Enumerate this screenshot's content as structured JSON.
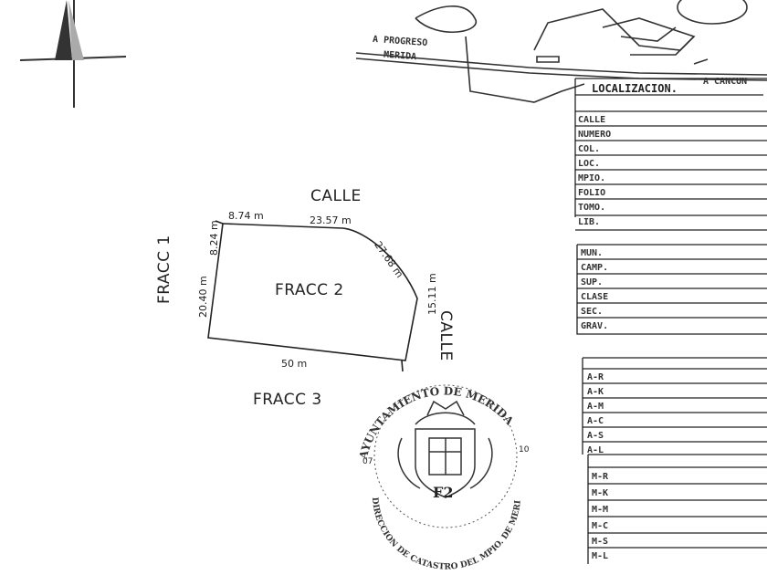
{
  "plot": {
    "labels": {
      "calle_top": "CALLE",
      "calle_right": "CALLE",
      "fracc_1": "FRACC 1",
      "fracc_2": "FRACC 2",
      "fracc_3": "FRACC 3"
    },
    "measures": {
      "top_left": "8.74 m",
      "top": "23.57 m",
      "left_top": "8.24 m",
      "arc": "27.68 m",
      "left": "20.40 m",
      "right": "15.11 m",
      "bottom": "50 m"
    }
  },
  "location_map": {
    "road_label": "A CANCUN",
    "side_label_1": "A PROGRESO",
    "side_label_2": "MERIDA"
  },
  "location_table": {
    "title": "LOCALIZACION.",
    "block1": [
      "CALLE",
      "NUMERO",
      "COL.",
      "LOC.",
      "MPIO.",
      "FOLIO",
      "TOMO.",
      "LIB."
    ],
    "block2": [
      "MUN.",
      "CAMP.",
      "SUP.",
      "CLASE",
      "SEC.",
      "GRAV."
    ],
    "block3": [
      "A-R",
      "A-K",
      "A-M",
      "A-C",
      "A-S",
      "A-L"
    ],
    "block4": [
      "M-R",
      "M-K",
      "M-M",
      "M-C",
      "M-S",
      "M-L"
    ]
  },
  "seal": {
    "top_text": "AYUNTAMIENTO DE MERIDA",
    "bottom_text": "DIRECCION DE CATASTRO DEL MPIO. DE MERIDA",
    "code": "F2",
    "left_mark": "07",
    "right_mark": "10"
  }
}
